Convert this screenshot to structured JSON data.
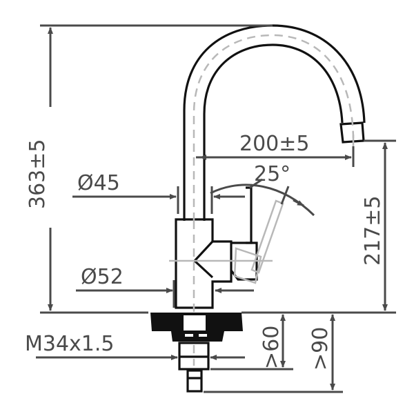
{
  "drawing": {
    "title": "Kitchen faucet dimension drawing",
    "colors": {
      "outline": "#111111",
      "dimension": "#4a4a4a",
      "centerline": "#b8b8b8",
      "background": "#ffffff"
    },
    "dimensions": {
      "total_height": "363±5",
      "spout_reach": "200±5",
      "spout_clearance_height": "217±5",
      "handle_swing_angle": "25°",
      "spout_pipe_diameter": "Ø45",
      "base_diameter": "Ø52",
      "thread": "M34x1.5",
      "min_counter_thickness_a": ">60",
      "min_counter_thickness_b": ">90"
    }
  }
}
